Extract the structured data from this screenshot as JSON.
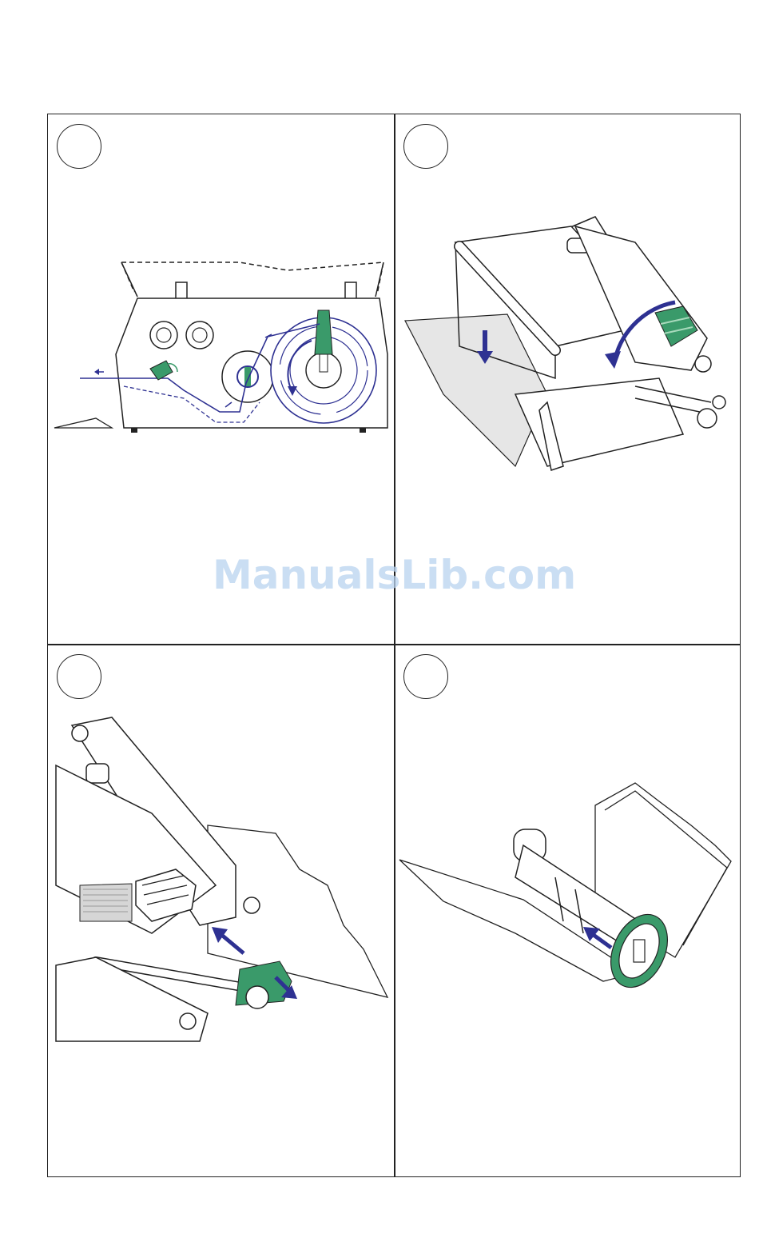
{
  "watermark": "ManualsLib.com",
  "colors": {
    "line": "#222222",
    "media_blue": "#2e3192",
    "accent_green": "#3a9a6a",
    "light_green": "#a7d9bb",
    "gray": "#bdbdbd"
  },
  "panels": [
    {
      "step_number": "",
      "icon": "printer-media-path-diagram"
    },
    {
      "step_number": "",
      "icon": "printhead-lift-lever-illustration"
    },
    {
      "step_number": "",
      "icon": "media-guide-adjustment-illustration"
    },
    {
      "step_number": "",
      "icon": "media-supply-hub-illustration"
    }
  ]
}
